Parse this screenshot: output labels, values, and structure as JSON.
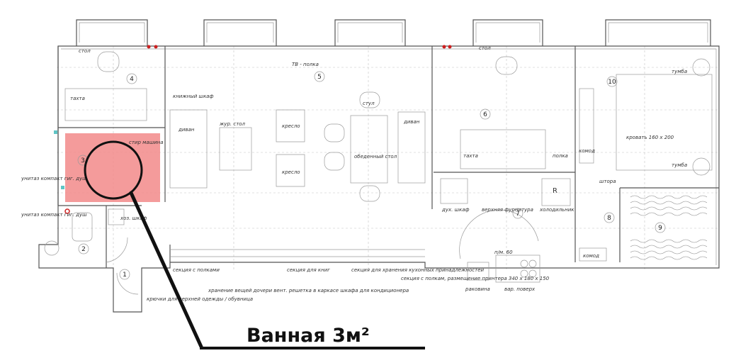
{
  "plan": {
    "caption": "Ванная 3м²",
    "highlight_color": "#f2898a",
    "accent_color": "#111111",
    "room_numbers": [
      "1",
      "2",
      "3",
      "4",
      "5",
      "6",
      "7",
      "8",
      "9",
      "10"
    ],
    "labels": {
      "stol_top_left": "стол",
      "tv_polka": "ТВ - полка",
      "stol_top_right": "стол",
      "tumba_top": "тумба",
      "tahta_left": "тахта",
      "knizhny_shkaf": "книжный шкаф",
      "zhur_stol": "жур. стол",
      "divan_left": "диван",
      "kreslo_1": "кресло",
      "kreslo_2": "кресло",
      "stul": "стул",
      "divan_right": "диван",
      "obedenny_stol": "обеденный стол",
      "tahta_right": "тахта",
      "polka": "полка",
      "komod_1": "комод",
      "krovat": "кровать 160 х 200",
      "tumba_bottom": "тумба",
      "shtora": "штора",
      "stir_mashina": "стир машина",
      "unitaz_1": "унитаз компакт гиг. душ",
      "unitaz_2": "унитаз компакт гиг. душ",
      "hoz_shkaf": "хоз. шкаф",
      "duh_shkaf": "дух. шкаф",
      "verhnyaya_fornitura": "верхняя фурнитура",
      "holodilnik": "холодильник",
      "fridge_mark": "R",
      "pm": "п/м. 60",
      "komod_2": "комод",
      "sekciya_polki": "секция с полками",
      "sekciya_knig": "секция для книг",
      "sekciya_kuhni": "секция для хранения кухонных принадлежностей",
      "sekciya_printer": "секция с полкам, размещение принтера 340 х 180 х 150",
      "hranenie": "хранение вещей дочери вент. решетка в каркасе шкафа для кондиционера",
      "kryuchki": "крючки для верхней одежды / обувница",
      "rakovina": "раковина",
      "var_poverh": "вар. поверх"
    }
  }
}
